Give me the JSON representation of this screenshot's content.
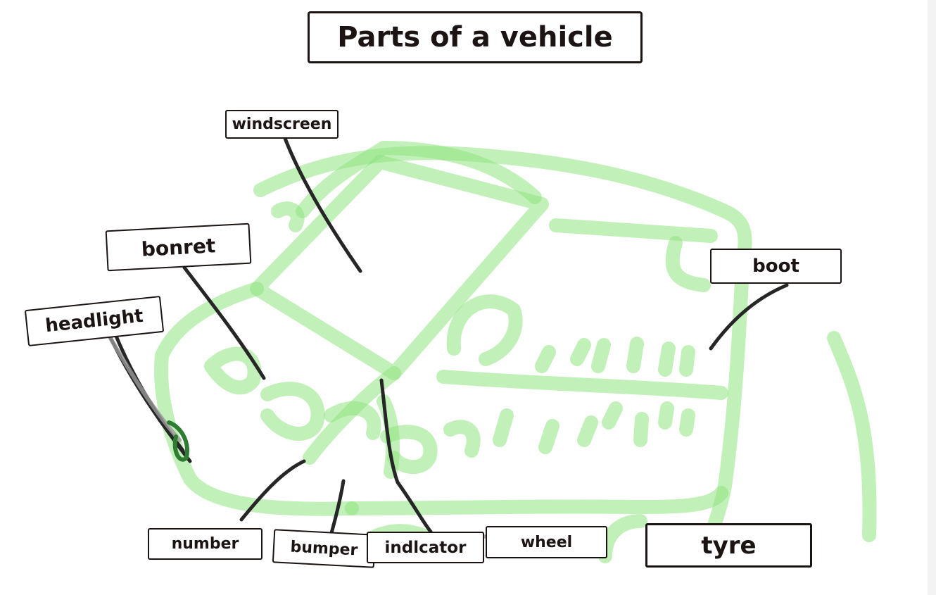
{
  "title": "Parts of a vehicle",
  "labels": {
    "windscreen": "windscreen",
    "bonret": "bonret",
    "headlight": "headlight",
    "boot": "boot",
    "number": "number",
    "bumper": "bumper",
    "indlcator": "indlcator",
    "wheel": "wheel",
    "tyre": "tyre"
  },
  "colors": {
    "sketch": "#8ee37f",
    "ink": "#1c1413",
    "pointer": "#262626",
    "highlight": "#9a9a9a",
    "accent": "#2e7d32"
  }
}
